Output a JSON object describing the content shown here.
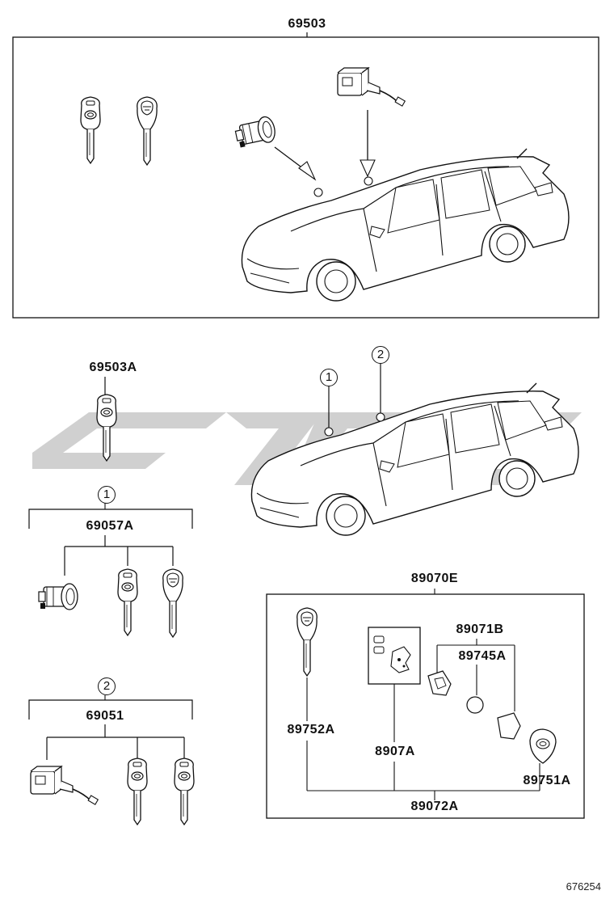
{
  "top_group": {
    "label": "69503"
  },
  "key_single": {
    "label": "69503A"
  },
  "callouts": {
    "one": "1",
    "two": "2"
  },
  "group_one": {
    "label": "69057A"
  },
  "group_two": {
    "label": "69051"
  },
  "kit": {
    "label": "89070E",
    "key_label": "89752A",
    "board_label": "8907A",
    "case_label": "89071B",
    "battery_label": "89745A",
    "cover_label": "89751A",
    "assembly_label": "89072A"
  },
  "drawing_number": "676254",
  "watermark": {
    "color": "#c8c8c8"
  },
  "icons": [
    "key-icon",
    "transponder-key-icon",
    "lock-cylinder-icon",
    "ignition-switch-icon",
    "car-icon",
    "circuit-board-icon",
    "battery-icon"
  ]
}
